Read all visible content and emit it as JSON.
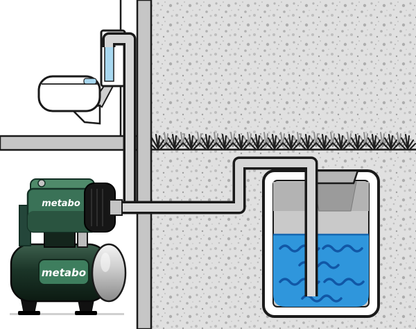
{
  "scene": {
    "description": "Cutaway illustration: a Metabo domestic waterworks pump in a basement draws water through a suction pipe from an underground outdoor cistern and supplies the toilet cistern on the floor above."
  },
  "brand": {
    "pump_logo": "metabo",
    "tank_plate_logo": "metabo"
  },
  "colors": {
    "outline": "#1a1a1a",
    "concrete_base": "#e0e0e0",
    "wall_gray": "#c6c6c6",
    "pipe_gray": "#d6d6d6",
    "metabo_green": "#3a7257",
    "metabo_green_dark": "#2a5440",
    "metabo_green_light": "#4f8a6a",
    "pressure_tank_dark": "#16281e",
    "chrome": "#cfcfcf",
    "water_blue": "#2f96dc",
    "wave_blue": "#1157a6",
    "cistern_water_blue": "#a8d8f0"
  }
}
